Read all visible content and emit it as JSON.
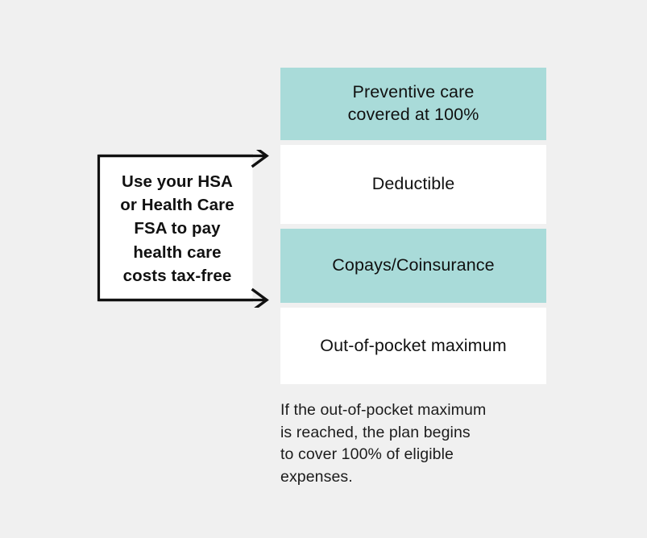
{
  "colors": {
    "background": "#f0f0f0",
    "teal": "#a9dbd9",
    "white_box": "#ffffff",
    "text": "#111111",
    "outline": "#111111"
  },
  "callout": {
    "lines": [
      "Use your HSA",
      "or Health Care",
      "FSA to pay",
      "health care",
      "costs tax-free"
    ],
    "text": "Use your HSA or Health Care FSA to pay health care costs tax-free",
    "arrow_top_name": "arrow-right-top",
    "arrow_bottom_name": "arrow-right-bottom"
  },
  "stack": {
    "boxes": [
      {
        "label": "Preventive care covered at 100%",
        "line1": "Preventive care",
        "line2": "covered at 100%",
        "fill": "teal"
      },
      {
        "label": "Deductible",
        "line1": "Deductible",
        "line2": "",
        "fill": "white"
      },
      {
        "label": "Copays/Coinsurance",
        "line1": "Copays/Coinsurance",
        "line2": "",
        "fill": "teal"
      },
      {
        "label": "Out-of-pocket maximum",
        "line1": "Out-of-pocket maximum",
        "line2": "",
        "fill": "white"
      }
    ]
  },
  "caption": {
    "lines": [
      "If the out-of-pocket maximum",
      "is reached, the plan begins",
      "to cover 100% of eligible",
      "expenses."
    ],
    "text": "If the out-of-pocket maximum is reached, the plan begins to cover 100% of eligible expenses."
  }
}
